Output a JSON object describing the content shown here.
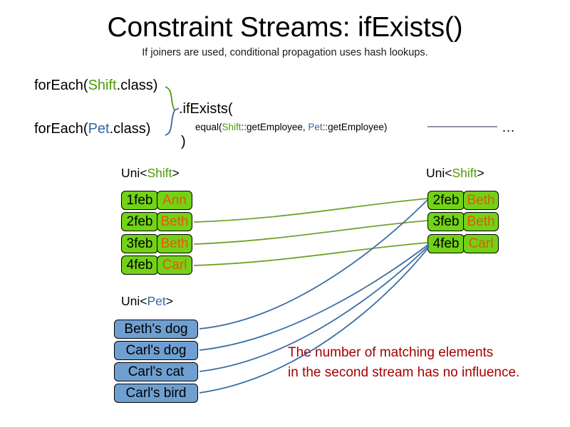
{
  "header": {
    "title": "Constraint Streams: ifExists()",
    "subtitle": "If joiners are used, conditional propagation uses hash lookups."
  },
  "code": {
    "line1_prefix": "forEach(",
    "line1_type": "Shift",
    "line1_suffix": ".class)",
    "line2_prefix": "forEach(",
    "line2_type": "Pet",
    "line2_suffix": ".class)",
    "if_exists_open": ".ifExists(",
    "joiner_prefix": "equal(",
    "joiner_type1": "Shift",
    "joiner_mid": "::getEmployee, ",
    "joiner_type2": "Pet",
    "joiner_suffix": "::getEmployee)",
    "close_paren": ")",
    "ellipsis": "…"
  },
  "streams": {
    "left_shift": {
      "label_prefix": "Uni<",
      "label_type": "Shift",
      "label_suffix": ">",
      "rows": [
        {
          "date": "1feb",
          "name": "Ann"
        },
        {
          "date": "2feb",
          "name": "Beth"
        },
        {
          "date": "3feb",
          "name": "Beth"
        },
        {
          "date": "4feb",
          "name": "Carl"
        }
      ]
    },
    "right_shift": {
      "label_prefix": "Uni<",
      "label_type": "Shift",
      "label_suffix": ">",
      "rows": [
        {
          "date": "2feb",
          "name": "Beth"
        },
        {
          "date": "3feb",
          "name": "Beth"
        },
        {
          "date": "4feb",
          "name": "Carl"
        }
      ]
    },
    "pet": {
      "label_prefix": "Uni<",
      "label_type": "Pet",
      "label_suffix": ">",
      "rows": [
        {
          "name": "Beth's dog"
        },
        {
          "name": "Carl's dog"
        },
        {
          "name": "Carl's cat"
        },
        {
          "name": "Carl's bird"
        }
      ]
    }
  },
  "annotation": {
    "line1": "The number of matching elements",
    "line2": "in the second stream has no influence."
  },
  "colors": {
    "shift_green": "#4d9a06",
    "pet_blue": "#3465a4",
    "box_green": "#73d216",
    "box_blue": "#6f9fd0",
    "name_orange": "#e8560f",
    "note_red": "#a40000",
    "wire_green": "#71a32b",
    "wire_blue": "#3a6ea5",
    "joiner_line": "#8b7b9b"
  }
}
